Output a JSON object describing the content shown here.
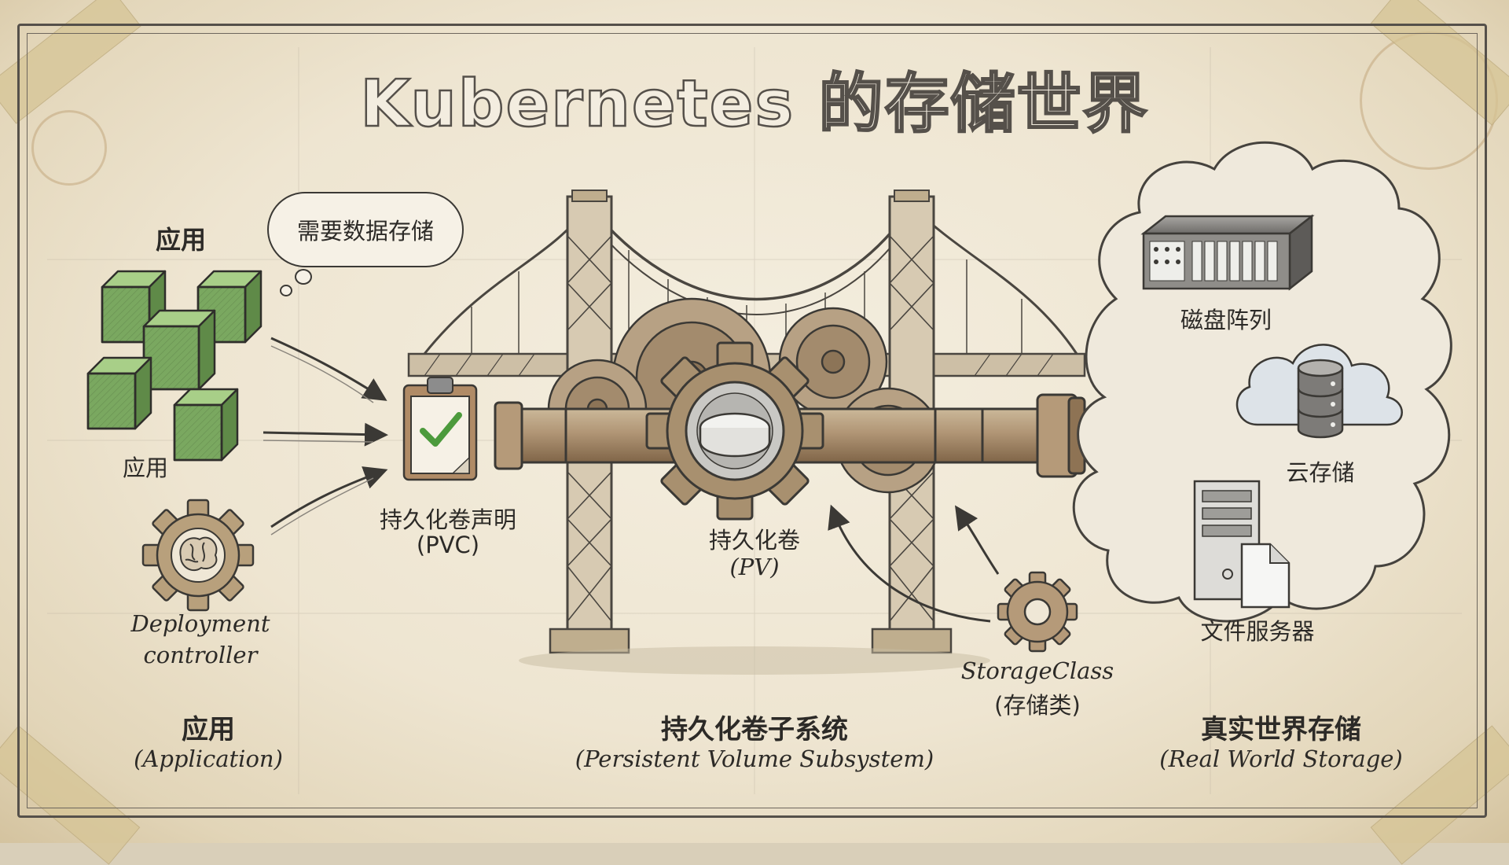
{
  "title": "Kubernetes 的存储世界",
  "thought_bubble": "需要数据存储",
  "application_zone": {
    "top_label": "应用",
    "cubes_label": "应用",
    "controller_label_line1": "Deployment",
    "controller_label_line2": "controller",
    "section_title": "应用",
    "section_subtitle": "(Application)"
  },
  "pvc": {
    "label": "持久化卷声明",
    "sublabel": "(PVC)"
  },
  "pv": {
    "label": "持久化卷",
    "sublabel": "(PV)"
  },
  "storage_class": {
    "label": "StorageClass",
    "sublabel": "(存储类)"
  },
  "subsystem": {
    "section_title": "持久化卷子系统",
    "section_subtitle": "(Persistent Volume Subsystem)"
  },
  "real_storage": {
    "disk_array": "磁盘阵列",
    "cloud_storage": "云存储",
    "file_server": "文件服务器",
    "section_title": "真实世界存储",
    "section_subtitle": "(Real World Storage)"
  },
  "colors": {
    "cube_green": "#7aa860",
    "ink": "#3b3935",
    "rust": "#a58967",
    "check_green": "#4c9a3c"
  }
}
